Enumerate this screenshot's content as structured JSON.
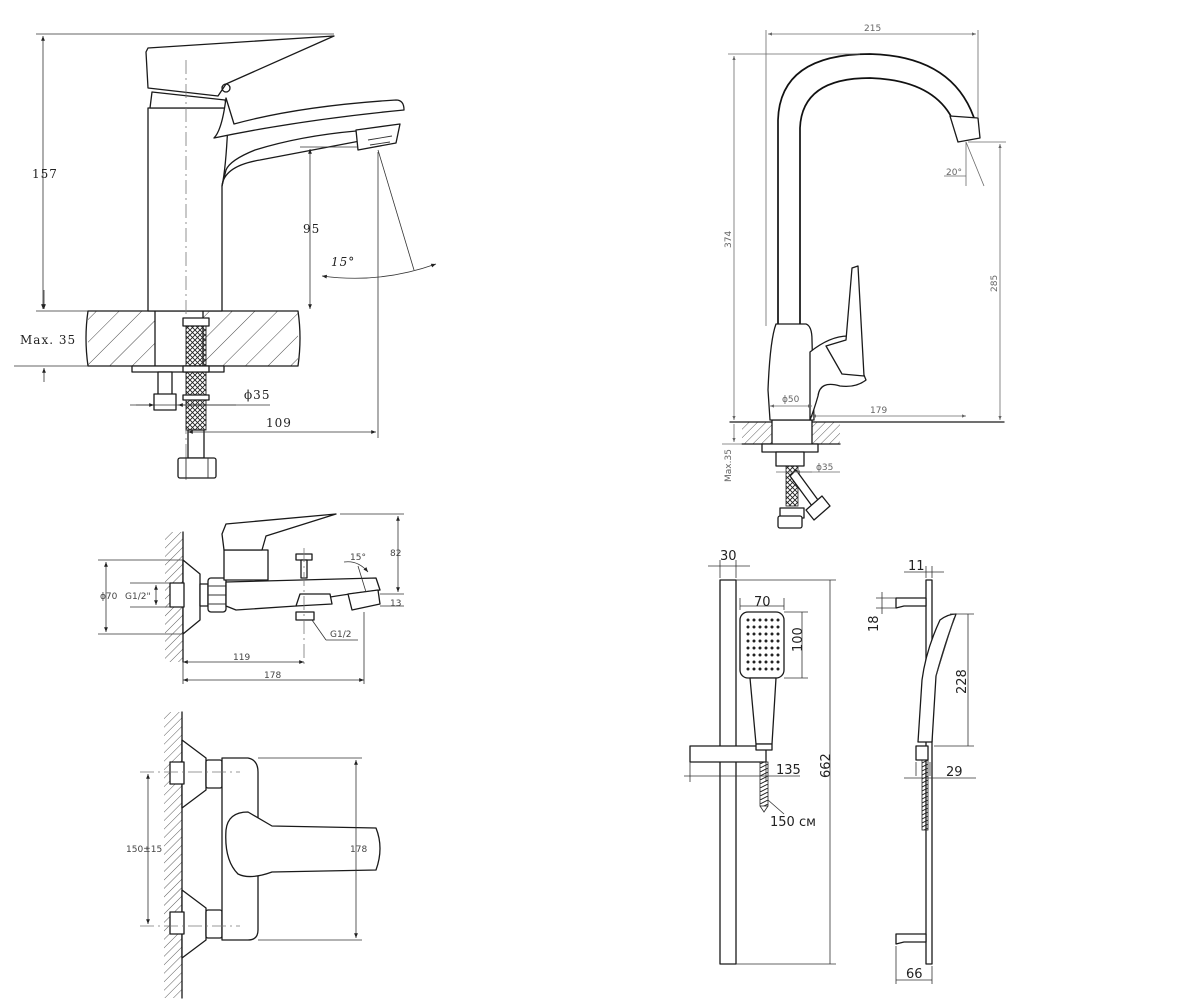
{
  "basin_mixer": {
    "height": "157",
    "spout_height": "95",
    "angle": "15°",
    "max_thickness": "Max. 35",
    "hole_diameter": "ϕ35",
    "spout_reach": "109"
  },
  "bath_mixer": {
    "height": "82",
    "angle": "15°",
    "diameter": "ϕ70",
    "thread": "G1/2\"",
    "outlet_thread": "G1/2",
    "spout_height": "13",
    "inlet_offset": "119",
    "reach": "178"
  },
  "bath_mixer_top": {
    "center_distance": "150±15",
    "depth": "178"
  },
  "kitchen_mixer": {
    "width": "215",
    "height": "374",
    "angle": "20°",
    "spout_height": "285",
    "base_diameter": "ϕ50",
    "reach": "179",
    "max_thickness": "Max.35",
    "hole_diameter": "ϕ35"
  },
  "shower_set": {
    "bar_width": "30",
    "head_width": "70",
    "head_height": "100",
    "bar_length": "662",
    "holder_height": "135",
    "hose_length": "150 см",
    "bracket_depth": "11",
    "bracket_height": "18",
    "side_height": "228",
    "holder_depth": "29",
    "wall_distance": "66"
  }
}
